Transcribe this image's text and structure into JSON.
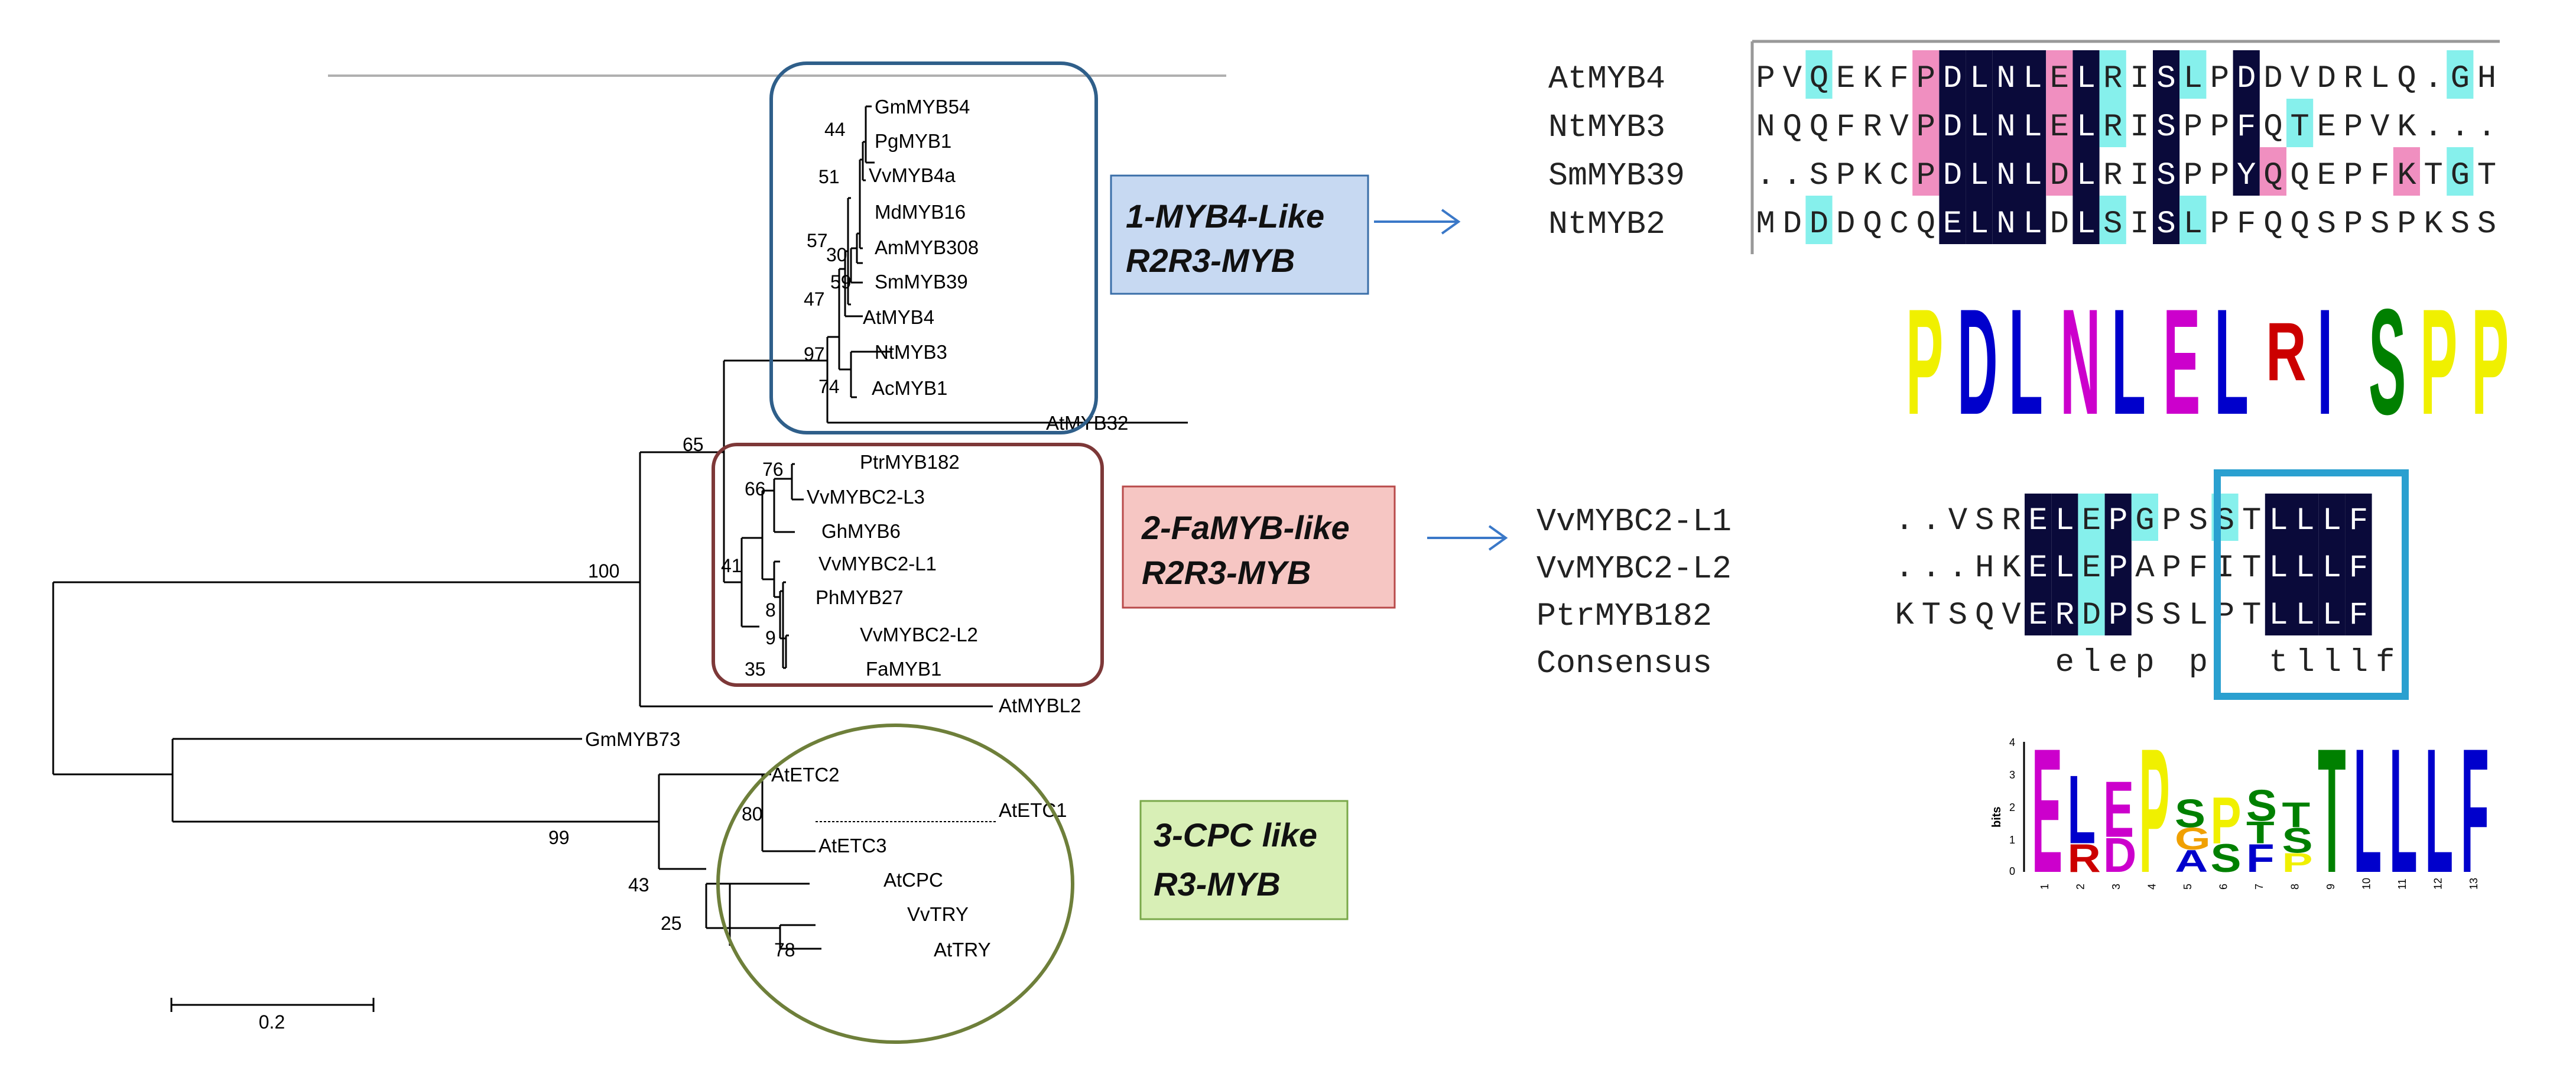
{
  "tree": {
    "leaves": {
      "GmMYB54": "GmMYB54",
      "PgMYB1": "PgMYB1",
      "VvMYB4a": "VvMYB4a",
      "MdMYB16": "MdMYB16",
      "AmMYB308": "AmMYB308",
      "SmMYB39": "SmMYB39",
      "AtMYB4": "AtMYB4",
      "NtMYB3": "NtMYB3",
      "AcMYB1": "AcMYB1",
      "AtMYB32": "AtMYB32",
      "PtrMYB182": "PtrMYB182",
      "VvMYBC2L3": "VvMYBC2-L3",
      "GhMYB6": "GhMYB6",
      "VvMYBC2L1": "VvMYBC2-L1",
      "PhMYB27": "PhMYB27",
      "VvMYBC2L2": "VvMYBC2-L2",
      "FaMYB1": "FaMYB1",
      "AtMYBL2": "AtMYBL2",
      "GmMYB73": "GmMYB73",
      "AtETC2": "AtETC2",
      "AtETC1": "AtETC1",
      "AtETC3": "AtETC3",
      "AtCPC": "AtCPC",
      "VvTRY": "VvTRY",
      "AtTRY": "AtTRY"
    },
    "bootstrap": {
      "b44": "44",
      "b51": "51",
      "b57": "57",
      "b30": "30",
      "b59": "59",
      "b47": "47",
      "b97": "97",
      "b74": "74",
      "b65": "65",
      "b100": "100",
      "b76": "76",
      "b66": "66",
      "b41": "41",
      "b8": "8",
      "b9": "9",
      "b35": "35",
      "b80": "80",
      "b99": "99",
      "b43": "43",
      "b25": "25",
      "b78": "78"
    },
    "scale_label": "0.2"
  },
  "groups": [
    {
      "line1": "1-MYB4-Like",
      "line2": "R2R3-MYB",
      "color": "#c7d9f2",
      "border": "#3a6ea8",
      "outline": "#2f5f8a"
    },
    {
      "line1": "2-FaMYB-like",
      "line2": "R2R3-MYB",
      "color": "#f6c6c3",
      "border": "#b84a4a",
      "outline": "#7d3838"
    },
    {
      "line1": "3-CPC like",
      "line2": "R3-MYB",
      "color": "#d8efb6",
      "border": "#7aa84a",
      "outline": "#6e7f3a"
    }
  ],
  "alignment1": {
    "names": [
      "AtMYB4",
      "NtMYB3",
      "SmMYB39",
      "NtMYB2"
    ],
    "seqs": [
      "PVQEKFPDLNLELRISLPDDVDRLQ.GH",
      "NQQFRVPDLNLELRISPPFQTEPVK...",
      "..SPKCPDLNLDLRISPPYQQEPFKTGT",
      "MDDDQCQELNLDLSISLPFQQSPSPKSS"
    ]
  },
  "alignment2": {
    "names": [
      "VvMYBC2-L1",
      "VvMYBC2-L2",
      "PtrMYB182",
      "Consensus"
    ],
    "seqs": [
      "..VSRELEPGPSSTLLLF",
      "...HKELEPAPFITLLLF",
      "KTSQVERDPSSLPTLLLF",
      "      elep p  tlllf"
    ]
  },
  "colors": {
    "dark": "#0a0a3a",
    "cyan": "#86f0ec",
    "pink": "#f08fc0",
    "highlight_box": "#2aa0d0",
    "arrow": "#3a78c8"
  },
  "logo1_letters": [
    "P",
    "D",
    "L",
    "N",
    "L",
    "E",
    "L",
    "R",
    "I",
    "S",
    "P",
    "P"
  ],
  "logo2": {
    "axis_label": "bits",
    "y_ticks": [
      "4",
      "3",
      "2",
      "1",
      "0"
    ],
    "positions": [
      "1",
      "2",
      "3",
      "4",
      "5",
      "6",
      "7",
      "8",
      "9",
      "10",
      "11",
      "12",
      "13"
    ]
  }
}
